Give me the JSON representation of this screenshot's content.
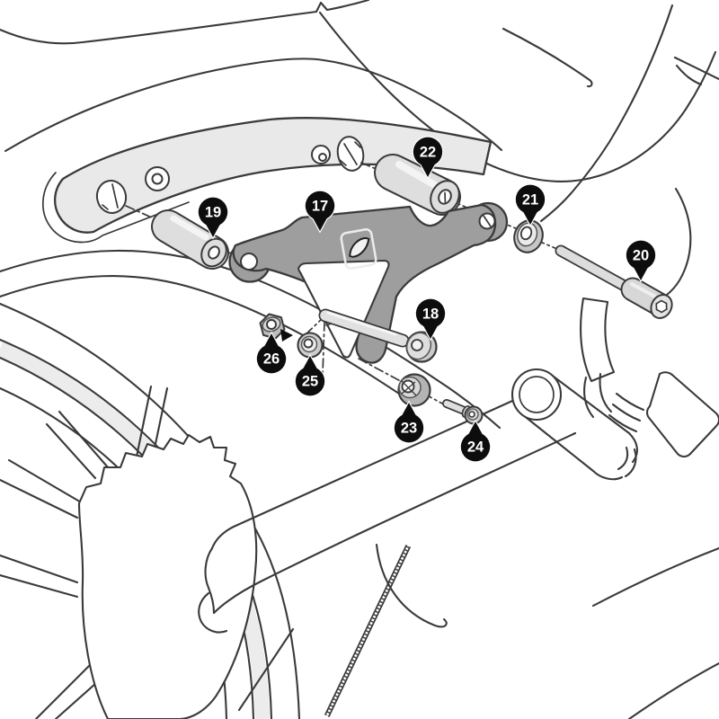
{
  "diagram": {
    "kind": "exploded-parts-assembly-diagram",
    "subject": "motorcycle-side-bracket-mounting-hardware"
  },
  "callouts": [
    {
      "label": "17",
      "part": "mounting-bracket-plate"
    },
    {
      "label": "18",
      "part": "shoulder-bolt"
    },
    {
      "label": "19",
      "part": "cylindrical-spacer"
    },
    {
      "label": "20",
      "part": "socket-head-bolt"
    },
    {
      "label": "21",
      "part": "washer"
    },
    {
      "label": "22",
      "part": "cylindrical-spacer"
    },
    {
      "label": "23",
      "part": "spacer-grommet"
    },
    {
      "label": "24",
      "part": "small-bolt"
    },
    {
      "label": "25",
      "part": "washer"
    },
    {
      "label": "26",
      "part": "flanged-nut"
    }
  ],
  "icons": {
    "brand_logo": "leaf-emblem-icon",
    "direction_arrow": "arrow-right-down-icon"
  },
  "colors": {
    "background": "#ffffff",
    "line": "#3a3a3a",
    "rail_fill": "#e9e9e9",
    "bracket_fill": "#9e9e9e",
    "hardware_fill": "#dedede",
    "hardware_dark": "#c2c2c2",
    "callout_bg": "#0d0d0d",
    "callout_text": "#ffffff"
  }
}
